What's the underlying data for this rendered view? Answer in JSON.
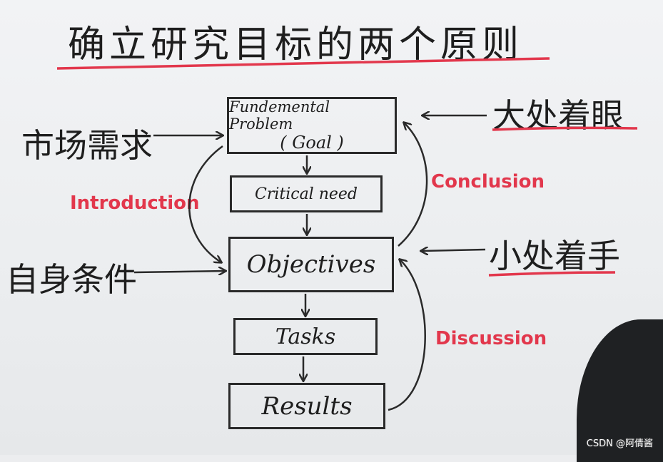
{
  "title": "确立研究目标的两个原则",
  "boxes": {
    "fundamental_line1": "Fundemental Problem",
    "fundamental_line2": "( Goal )",
    "critical_need": "Critical need",
    "objectives": "Objectives",
    "tasks": "Tasks",
    "results": "Results"
  },
  "left_labels": {
    "market_demand": "市场需求",
    "own_conditions": "自身条件"
  },
  "right_labels": {
    "big_picture": "大处着眼",
    "small_start": "小处着手"
  },
  "red_labels": {
    "introduction": "Introduction",
    "conclusion": "Conclusion",
    "discussion": "Discussion"
  },
  "watermark": "CSDN @阿倩酱",
  "colors": {
    "ink": "#1e1e1e",
    "marker_red": "#e2374c",
    "board": "#eceef0"
  }
}
